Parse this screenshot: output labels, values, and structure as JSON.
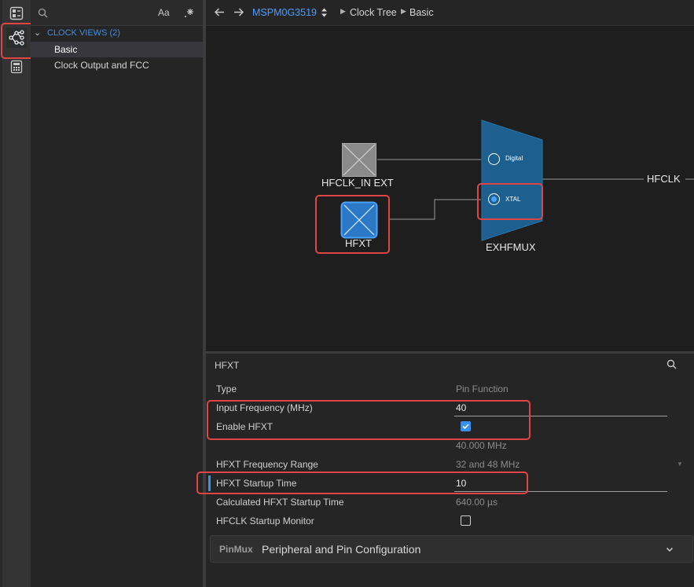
{
  "explorer": {
    "section_label": "CLOCK VIEWS (2)",
    "items": [
      {
        "label": "Basic"
      },
      {
        "label": "Clock Output and FCC"
      }
    ],
    "font_toggle_label": "Aa"
  },
  "breadcrumb": {
    "device": "MSPM0G3519",
    "path": [
      "Clock Tree",
      "Basic"
    ]
  },
  "diagram": {
    "nodes": {
      "hfclk_in_ext": "HFCLK_IN EXT",
      "hfxt": "HFXT",
      "mux": "EXHFMUX",
      "output": "HFCLK"
    },
    "mux_options": [
      {
        "label": "Digital",
        "selected": false
      },
      {
        "label": "XTAL",
        "selected": true
      }
    ]
  },
  "properties": {
    "title": "HFXT",
    "rows": [
      {
        "label": "Type",
        "value": "Pin Function"
      },
      {
        "label": "Input Frequency (MHz)",
        "value": "40"
      },
      {
        "label": "Enable HFXT",
        "checked": true
      },
      {
        "label": "",
        "value": "40.000 MHz"
      },
      {
        "label": "HFXT Frequency Range",
        "value": "32 and 48 MHz"
      },
      {
        "label": "HFXT Startup Time",
        "value": "10"
      },
      {
        "label": "Calculated HFXT Startup Time",
        "value": "640.00 µs"
      },
      {
        "label": "HFCLK Startup Monitor",
        "checked": false
      }
    ]
  },
  "pinmux": {
    "badge": "PinMux",
    "title": "Peripheral and Pin Configuration"
  },
  "colors": {
    "accent": "#3b8eea",
    "highlight": "#e04545",
    "mux_fill": "#1d5f8f",
    "link": "#4a9eff"
  }
}
